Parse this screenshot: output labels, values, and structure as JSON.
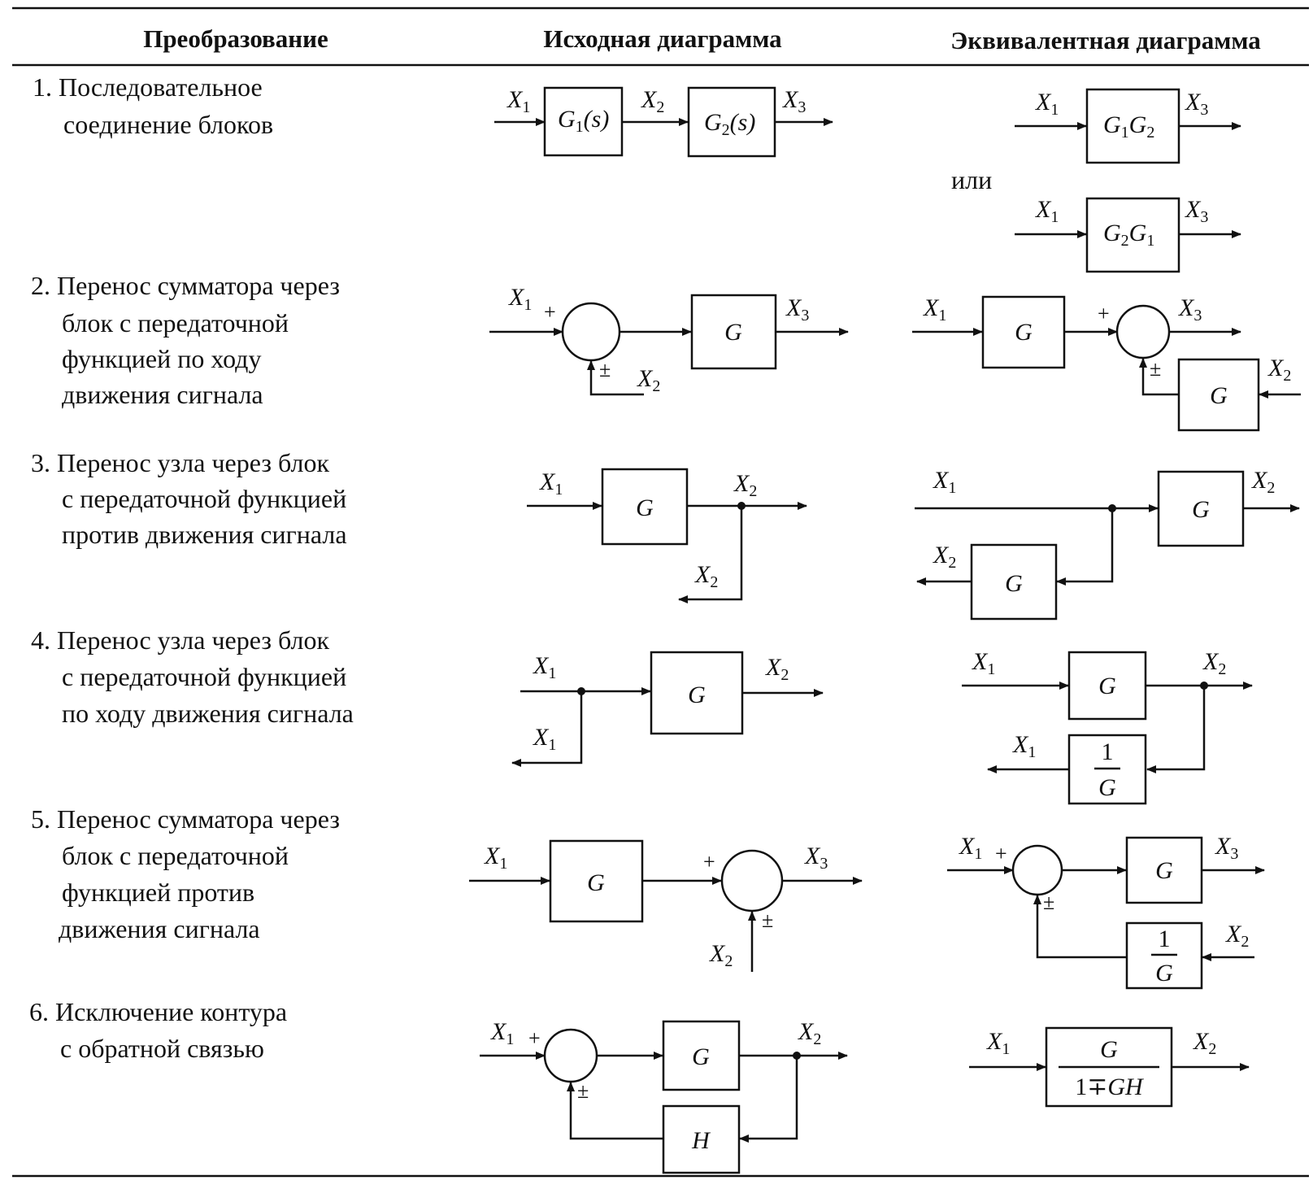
{
  "headers": {
    "transform": "Преобразование",
    "original": "Исходная диаграмма",
    "equivalent": "Эквивалентная диаграмма"
  },
  "rows": [
    {
      "lines": [
        "1. Последовательное",
        "соединение блоков"
      ]
    },
    {
      "lines": [
        "2. Перенос сумматора через",
        "блок с передаточной",
        "функцией по ходу",
        "движения сигнала"
      ]
    },
    {
      "lines": [
        "3. Перенос узла через блок",
        "с передаточной функцией",
        "против движения сигнала"
      ]
    },
    {
      "lines": [
        "4. Перенос узла через блок",
        "с передаточной функцией",
        "по ходу движения сигнала"
      ]
    },
    {
      "lines": [
        "5. Перенос сумматора через",
        "блок с передаточной",
        "функцией против",
        "движения сигнала"
      ]
    },
    {
      "lines": [
        "6. Исключение контура",
        "с обратной связью"
      ]
    }
  ],
  "labels": {
    "X": "X",
    "s1": "1",
    "s2": "2",
    "s3": "3",
    "G": "G",
    "H": "H",
    "s": "s",
    "one": "1",
    "one_minus_plus": "1∓",
    "GH": "GH",
    "plus": "+",
    "pm": "±",
    "or": "или"
  }
}
